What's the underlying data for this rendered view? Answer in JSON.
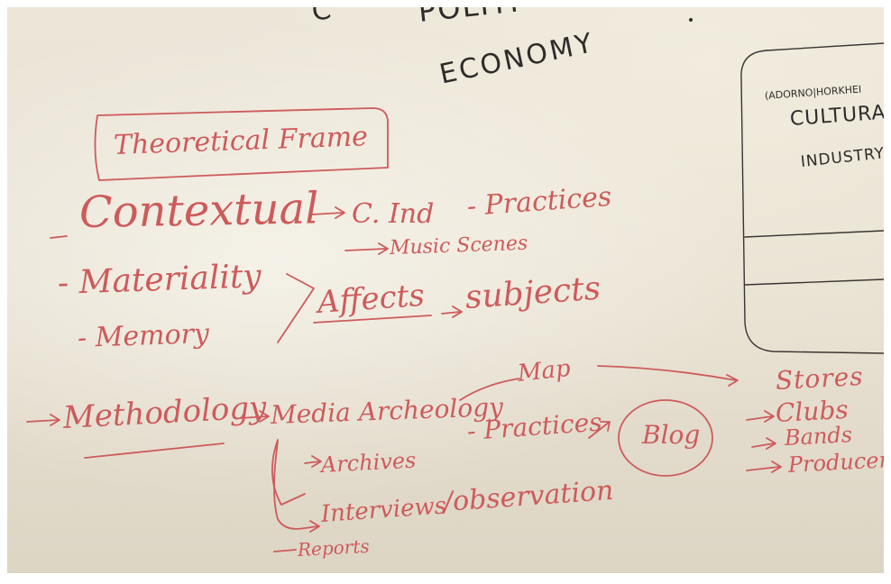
{
  "top": {
    "fragment": "C",
    "political": "POLITI",
    "economy": "ECONOMY"
  },
  "right_box": {
    "names": "(ADORNO|HORKHEI",
    "line1": "CULTURAL",
    "line2": "INDUSTRY"
  },
  "frame": {
    "title": "Theoretical Frame"
  },
  "theory": {
    "contextual": "Contextual",
    "c_ind": "C. Ind",
    "practices": "- Practices",
    "music_scenes": "Music Scenes",
    "materiality": "- Materiality",
    "memory": "- Memory",
    "affects": "Affects",
    "subjects": "subjects"
  },
  "method": {
    "methodology": "Methodology",
    "media_archaeology": "Media Archeology",
    "map": "Map",
    "practices": "- Practices",
    "blog": "Blog",
    "archives": "Archives",
    "interviews": "Interviews",
    "observation": "/observation",
    "reports": "Reports"
  },
  "places": {
    "items": [
      "Stores",
      "Clubs",
      "Bands",
      "Producer"
    ]
  },
  "colors": {
    "marker_red": "#cd5b5b",
    "marker_black": "#2f2b2a",
    "board": "#e7e0d1"
  }
}
